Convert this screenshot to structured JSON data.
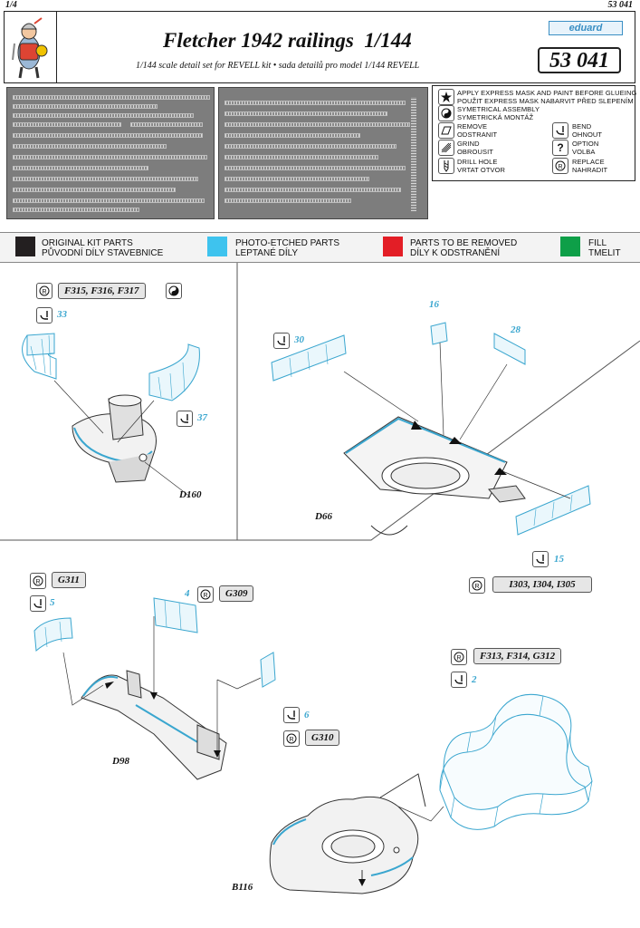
{
  "page": {
    "left": "1/4",
    "right": "53 041"
  },
  "header": {
    "title": "Fletcher 1942 railings  1/144",
    "subtitle": "1/144 scale detail set for REVELL kit  •  sada detailů pro model 1/144 REVELL",
    "brand": "eduard",
    "code": "53 041"
  },
  "legend": [
    {
      "icon": "star-icon",
      "lines": [
        "APPLY EXPRESS MASK AND PAINT BEFORE GLUEING",
        "POUŽIT EXPRESS MASK NABARVIT PŘED SLEPENÍM"
      ]
    },
    {
      "icon": "symmetry-icon",
      "lines": [
        "SYMETRICAL ASSEMBLY",
        "SYMETRICKÁ MONTÁŽ"
      ]
    },
    {
      "icon": "remove-icon",
      "lines": [
        "REMOVE",
        "ODSTRANIT"
      ]
    },
    {
      "icon": "bend-icon",
      "lines": [
        "BEND",
        "OHNOUT"
      ]
    },
    {
      "icon": "grind-icon",
      "lines": [
        "GRIND",
        "OBROUSIT"
      ]
    },
    {
      "icon": "option-icon",
      "lines": [
        "OPTION",
        "VOLBA"
      ]
    },
    {
      "icon": "drill-icon",
      "lines": [
        "DRILL HOLE",
        "VRTAT OTVOR"
      ]
    },
    {
      "icon": "replace-icon",
      "lines": [
        "REPLACE",
        "NAHRADIT"
      ]
    }
  ],
  "color_legend": [
    {
      "color": "#231f20",
      "lines": [
        "ORIGINAL KIT PARTS",
        "PŮVODNÍ DÍLY STAVEBNICE"
      ]
    },
    {
      "color": "#3ec3ee",
      "lines": [
        "PHOTO-ETCHED PARTS",
        "LEPTANÉ DÍLY"
      ]
    },
    {
      "color": "#e31e26",
      "lines": [
        "PARTS TO BE REMOVED",
        "DÍLY K ODSTRANĚNÍ"
      ]
    },
    {
      "color": "#0e9f48",
      "lines": [
        "FILL",
        "TMELIT"
      ]
    }
  ],
  "steps": {
    "s1": {
      "replace": "F315, F316, F317",
      "bend_a": "33",
      "bend_b": "37",
      "part": "D160"
    },
    "s2": {
      "bend": "30",
      "pe_a": "16",
      "pe_b": "28",
      "part": "D66",
      "bend_c": "15",
      "replace": "I303, I304, I305"
    },
    "s3": {
      "replace_a": "G311",
      "bend_a": "5",
      "pe": "4",
      "replace_b": "G309",
      "part": "D98",
      "bend_b": "6",
      "replace_c": "G310"
    },
    "s4": {
      "replace": "F313, F314, G312",
      "bend": "2",
      "part": "B116"
    }
  }
}
